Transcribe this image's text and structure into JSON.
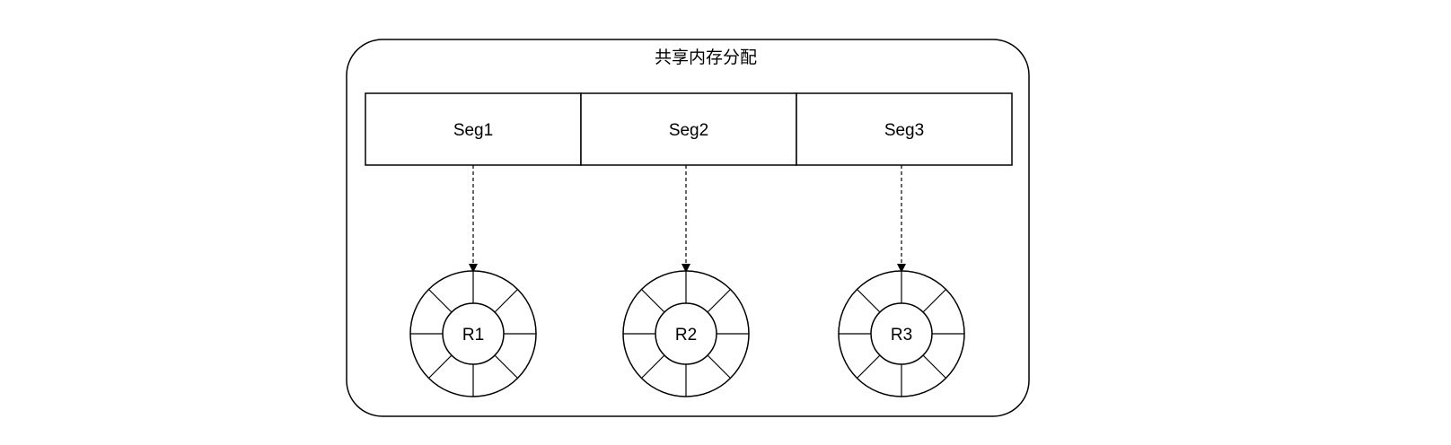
{
  "diagram": {
    "container_title": "共享内存分配",
    "segments": [
      {
        "label": "Seg1",
        "ring_label": "R1"
      },
      {
        "label": "Seg2",
        "ring_label": "R2"
      },
      {
        "label": "Seg3",
        "ring_label": "R3"
      }
    ],
    "colors": {
      "stroke": "#000000",
      "background": "#ffffff"
    }
  }
}
